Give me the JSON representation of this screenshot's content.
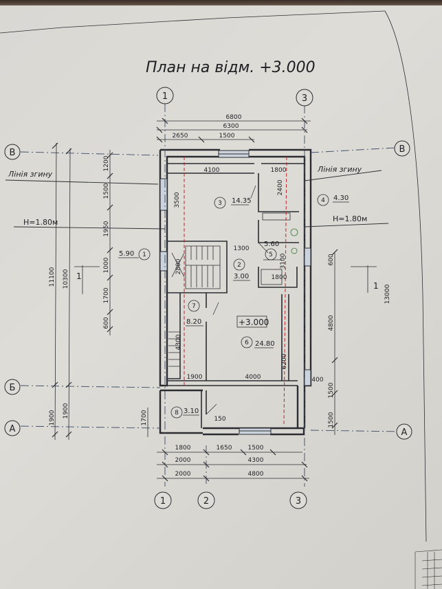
{
  "title": "План на відм. +3.000",
  "axes": {
    "top_left": "1",
    "top_right": "3",
    "bottom_1": "1",
    "bottom_2": "2",
    "bottom_3": "3",
    "row_v_left": "В",
    "row_v_right": "В",
    "row_b_left": "Б",
    "row_a_left": "А",
    "row_a_right": "А"
  },
  "labels": {
    "fold_left": "Лінія згину",
    "fold_right": "Лінія згину",
    "h_left": "Н=1.80м",
    "h_right": "Н=1.80м",
    "level_mark": "+3.000",
    "section_left": "1",
    "section_right": "1"
  },
  "rooms": [
    {
      "num": "1",
      "area": "5.90"
    },
    {
      "num": "2",
      "area": "3.00"
    },
    {
      "num": "3",
      "area": "14.35"
    },
    {
      "num": "4",
      "area": "4.30"
    },
    {
      "num": "5",
      "area": "5.60"
    },
    {
      "num": "6",
      "area": "24.80"
    },
    {
      "num": "7",
      "area": "8.20"
    },
    {
      "num": "8",
      "area": "3.10"
    }
  ],
  "dims_top": {
    "overall": "6800",
    "inner": "6300",
    "seg1": "2650",
    "seg2": "1500"
  },
  "dims_inner": {
    "d4100": "4100",
    "d1800a": "1800",
    "d3500": "3500",
    "d2400": "2400",
    "d1300": "1300",
    "d3100": "3100",
    "d1800b": "1800",
    "d2800": "2800",
    "d4300v": "4300",
    "d6200": "6200",
    "d1900": "1900",
    "d4000": "4000",
    "d400": "400",
    "d150": "150",
    "d1700": "1700"
  },
  "dims_left": {
    "d1200": "1200",
    "d1500": "1500",
    "d1950": "1950",
    "d1000": "1000",
    "d1700": "1700",
    "d600": "600",
    "d11100": "11100",
    "d10300": "10300",
    "d1900a": "1900",
    "d1900b": "1900"
  },
  "dims_right": {
    "d600": "600",
    "d4800": "4800",
    "d1500a": "1500",
    "d1500b": "1500",
    "d13000": "13000"
  },
  "dims_bottom": {
    "row1_a": "1800",
    "row1_b": "1650",
    "row1_c": "1500",
    "row2_a": "2000",
    "row2_b": "4300",
    "row3_a": "2000",
    "row3_b": "4800"
  }
}
